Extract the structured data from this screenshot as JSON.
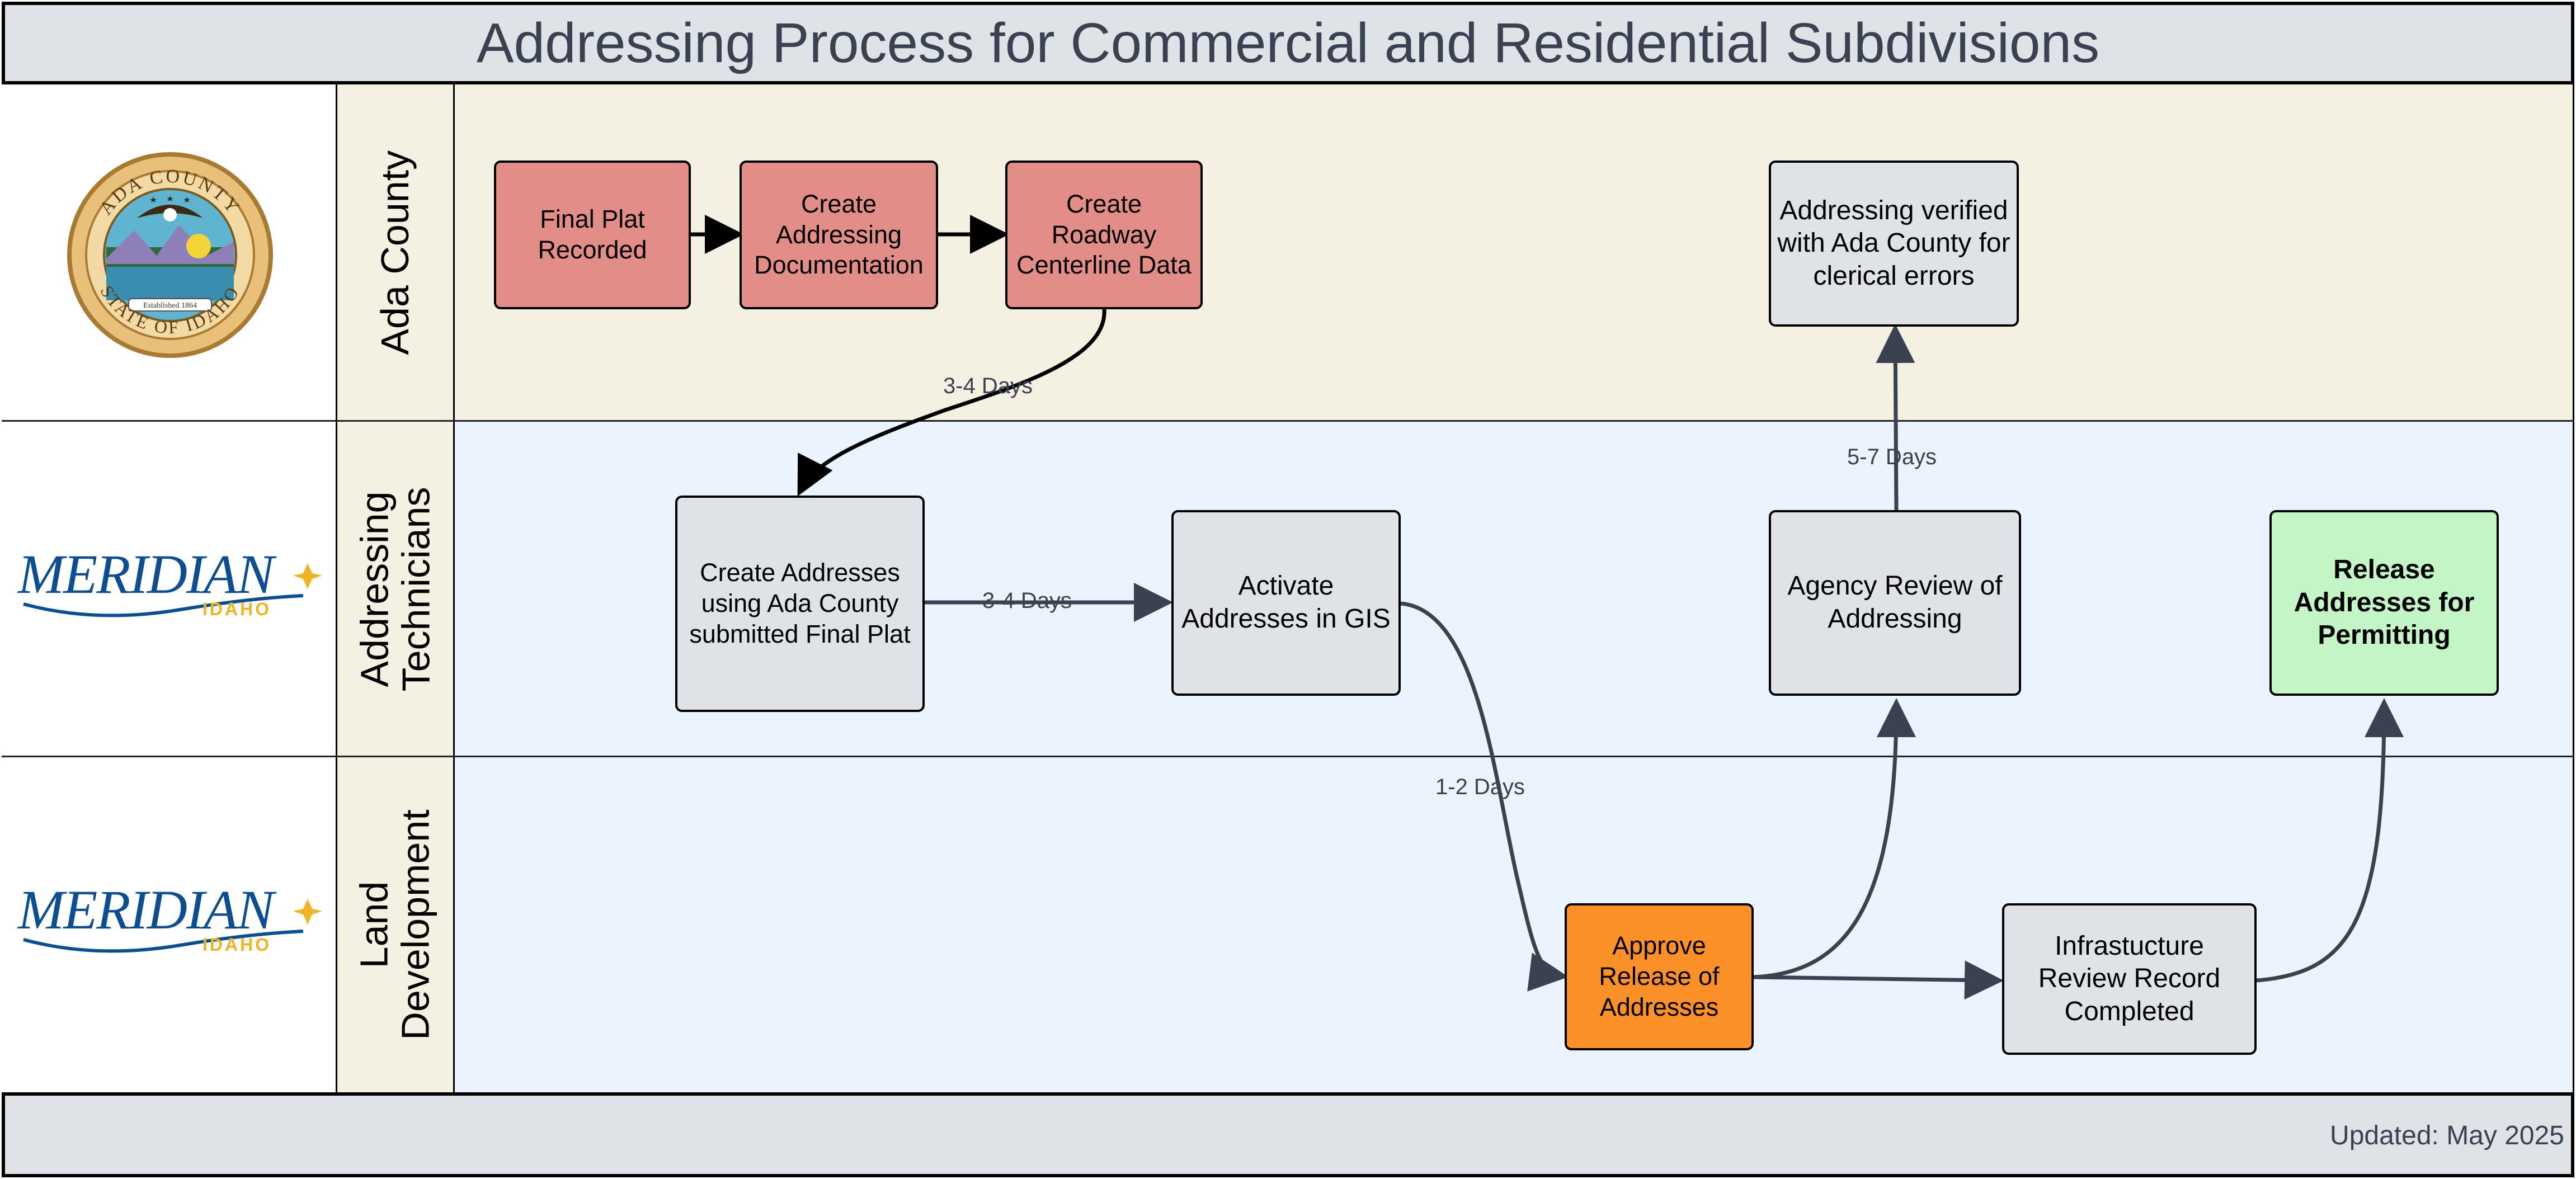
{
  "title": "Addressing Process for  Commercial and Residential Subdivisions",
  "footer": {
    "updated": "Updated: May 2025"
  },
  "lanes": [
    {
      "label": "Ada County",
      "logo": "ada-county-seal"
    },
    {
      "label": "Addressing Technicians",
      "logo": "meridian-idaho-logo"
    },
    {
      "label": "Land Development",
      "logo": "meridian-idaho-logo"
    }
  ],
  "seal": {
    "top_text": "ADA COUNTY",
    "bottom_text": "STATE OF IDAHO",
    "banner": "Established 1864"
  },
  "meridian_logo": {
    "wordmark": "MERIDIAN",
    "sub": "IDAHO"
  },
  "nodes": {
    "final_plat": "Final Plat Recorded",
    "create_doc": "Create Addressing Documentation",
    "create_centerline": "Create Roadway Centerline Data",
    "verified": "Addressing verified with Ada County for clerical errors",
    "create_addresses": "Create Addresses using Ada County submitted Final Plat",
    "activate_gis": "Activate Addresses in GIS",
    "agency_review": "Agency Review of Addressing",
    "release": "Release Addresses for Permitting",
    "approve": "Approve Release of Addresses",
    "infrastructure": "Infrastucture Review Record Completed"
  },
  "edge_labels": {
    "centerline_to_create": "3-4 Days",
    "create_to_activate": "3-4 Days",
    "agency_to_verified": "5-7 Days",
    "activate_to_approve": "1-2 Days"
  },
  "colors": {
    "ada_lane": "#f5f1e2",
    "meridian_lane": "#eaf3fe",
    "red_box": "#e38d89",
    "gray_box": "#dfe2e6",
    "orange_box": "#fc9028",
    "green_box": "#c4f5c6",
    "meridian_blue": "#0c4e8f",
    "meridian_gold": "#f0b323"
  }
}
